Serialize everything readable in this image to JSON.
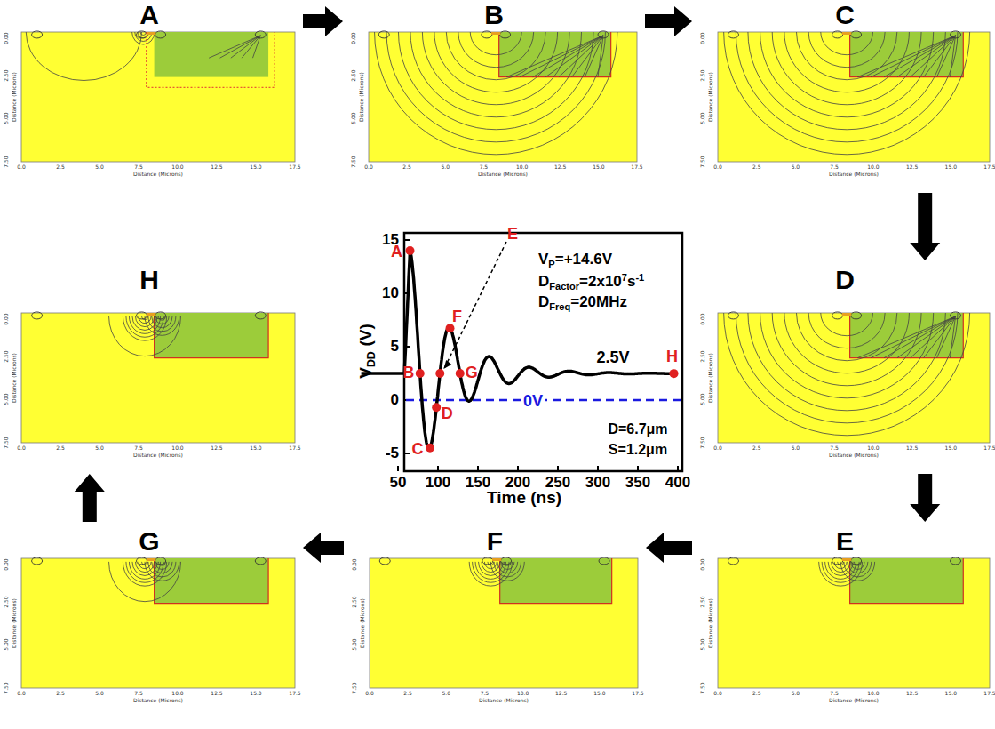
{
  "diagram": {
    "nodes": [
      {
        "text": [
          "A"
        ]
      },
      {
        "text": [
          "B"
        ]
      },
      {
        "text": [
          "C"
        ]
      },
      {
        "text": [
          "D"
        ]
      },
      {
        "text": [
          "E"
        ]
      },
      {
        "text": [
          "F"
        ]
      },
      {
        "text": [
          "G"
        ]
      },
      {
        "text": [
          "H"
        ]
      }
    ],
    "edges": [
      {
        "from": 0,
        "to": 1,
        "arrow": "to"
      },
      {
        "from": 1,
        "to": 2,
        "arrow": "to"
      },
      {
        "from": 2,
        "to": 3,
        "arrow": "to"
      },
      {
        "from": 3,
        "to": 4,
        "arrow": "to"
      },
      {
        "from": 4,
        "to": 5,
        "arrow": "to"
      },
      {
        "from": 5,
        "to": 6,
        "arrow": "to"
      },
      {
        "from": 6,
        "to": 7,
        "arrow": "to"
      }
    ],
    "labels": [
      "15",
      "10",
      "5",
      "0",
      "-5",
      "50",
      "100",
      "150",
      "200",
      "250",
      "300",
      "350",
      "400",
      "Time (ns)",
      "V",
      "DD",
      "(V)",
      "A",
      "B",
      "C",
      "D",
      "E",
      "F",
      "G",
      "H",
      "V",
      "P",
      "=+14.6V",
      "D",
      "Factor",
      "=2x10",
      "7",
      "s",
      "-1",
      "D",
      "Freq",
      "=20MHz",
      "2.5V",
      "0V",
      "D=6.7μm",
      "S=1.2μm",
      "0.0",
      "2.5",
      "5.0",
      "7.5",
      "10.0",
      "12.5",
      "15.0",
      "17.5",
      "Distance (Microns)",
      "0.00",
      "2.50",
      "5.00",
      "7.50",
      "Distance (Microns)",
      "0.0",
      "2.5",
      "5.0",
      "7.5",
      "10.0",
      "12.5",
      "15.0",
      "17.5",
      "Distance (Microns)",
      "0.00",
      "2.50",
      "5.00",
      "7.50",
      "Distance (Microns)",
      "0.0",
      "2.5",
      "5.0",
      "7.5",
      "10.0",
      "12.5",
      "15.0",
      "17.5",
      "Distance (Microns)",
      "0.00",
      "2.50",
      "5.00",
      "7.50",
      "Distance (Microns)",
      "0.0",
      "2.5",
      "5.0",
      "7.5",
      "10.0",
      "12.5",
      "15.0",
      "17.5",
      "Distance (Microns)",
      "0.00",
      "2.50",
      "5.00",
      "7.50",
      "Distance (Microns)",
      "0.0",
      "2.5",
      "5.0",
      "7.5",
      "10.0",
      "12.5",
      "15.0",
      "17.5",
      "Distance (Microns)",
      "0.00",
      "2.50",
      "5.00",
      "7.50",
      "Distance (Microns)",
      "0.0",
      "2.5",
      "5.0",
      "7.5",
      "10.0",
      "12.5",
      "15.0",
      "17.5",
      "Distance (Microns)",
      "0.00",
      "2.50",
      "5.00",
      "7.50",
      "Distance (Microns)",
      "0.0",
      "2.5",
      "5.0",
      "7.5",
      "10.0",
      "12.5",
      "15.0",
      "17.5",
      "Distance (Microns)",
      "0.00",
      "2.50",
      "5.00",
      "7.50",
      "Distance (Microns)",
      "0.0",
      "2.5",
      "5.0",
      "7.5",
      "10.0",
      "12.5",
      "15.0",
      "17.5",
      "Distance (Microns)",
      "0.00",
      "2.50",
      "5.00",
      "7.50",
      "Distance (Microns)"
    ]
  }
}
